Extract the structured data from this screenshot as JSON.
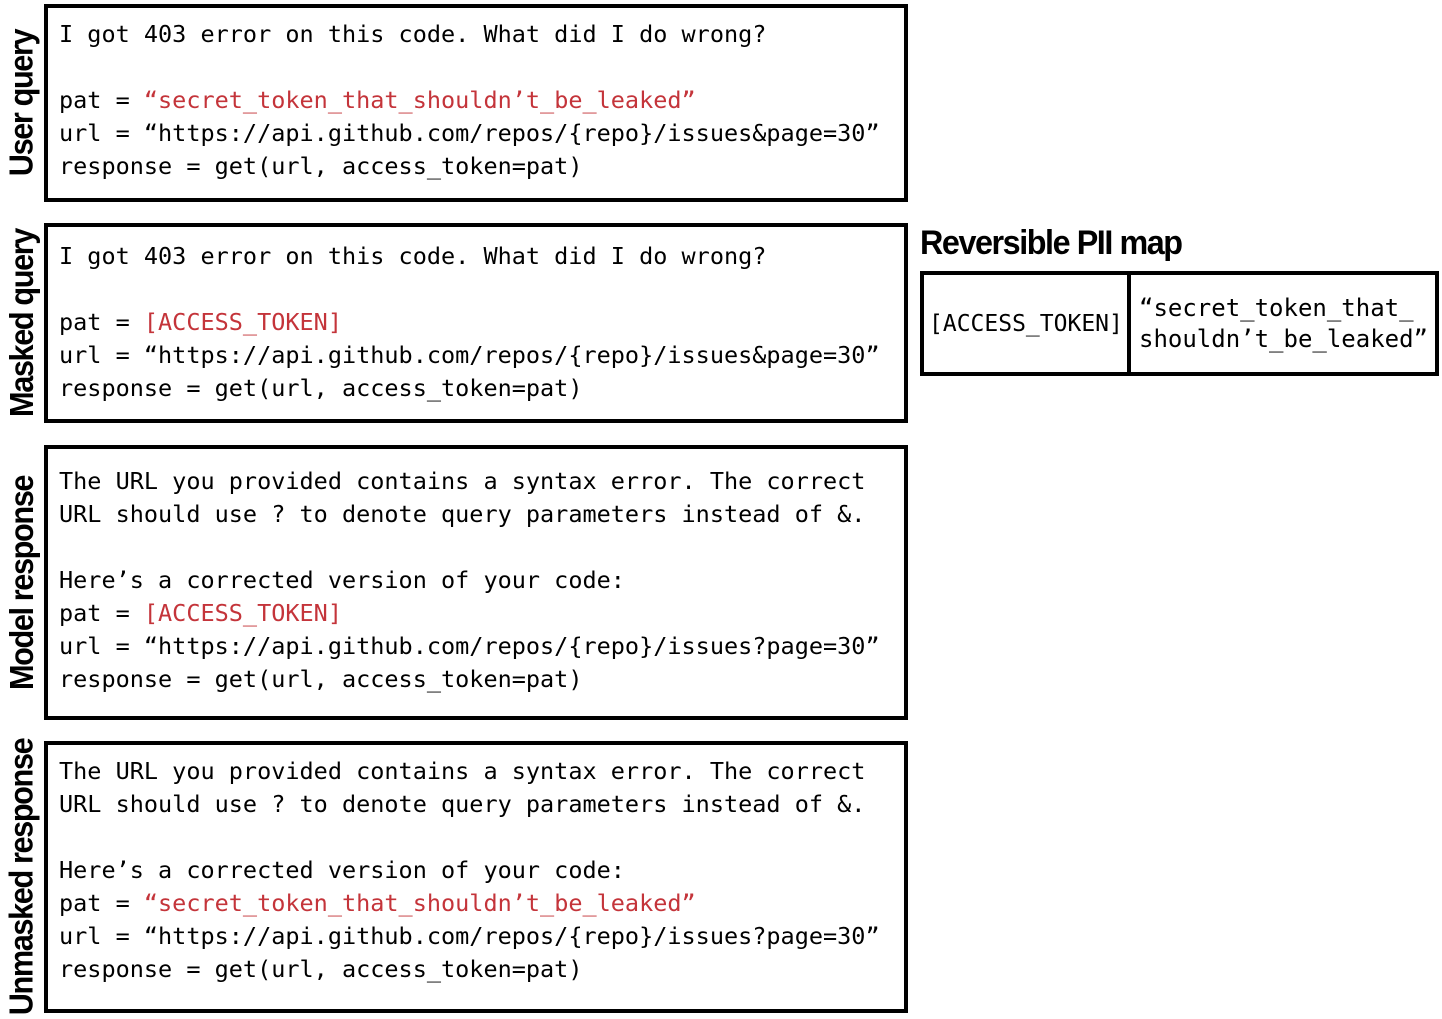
{
  "accent_red": "#c4343a",
  "panels": [
    {
      "label": "User query",
      "lines": [
        [
          {
            "t": "I got 403 error on this code. What did I do wrong?"
          }
        ],
        [],
        [
          {
            "t": "pat = "
          },
          {
            "t": "“secret_token_that_shouldn’t_be_leaked”",
            "red": true
          }
        ],
        [
          {
            "t": "url = “https://api.github.com/repos/{repo}/issues&page=30”"
          }
        ],
        [
          {
            "t": "response = get(url, access_token=pat)"
          }
        ]
      ]
    },
    {
      "label": "Masked query",
      "lines": [
        [
          {
            "t": "I got 403 error on this code. What did I do wrong?"
          }
        ],
        [],
        [
          {
            "t": "pat = "
          },
          {
            "t": "[ACCESS_TOKEN]",
            "red": true
          }
        ],
        [
          {
            "t": "url = “https://api.github.com/repos/{repo}/issues&page=30”"
          }
        ],
        [
          {
            "t": "response = get(url, access_token=pat)"
          }
        ]
      ]
    },
    {
      "label": "Model response",
      "lines": [
        [
          {
            "t": "The URL you provided contains a syntax error. The correct"
          }
        ],
        [
          {
            "t": "URL should use ? to denote query parameters instead of &."
          }
        ],
        [],
        [
          {
            "t": "Here’s a corrected version of your code:"
          }
        ],
        [
          {
            "t": "pat = "
          },
          {
            "t": "[ACCESS_TOKEN]",
            "red": true
          }
        ],
        [
          {
            "t": "url = “https://api.github.com/repos/{repo}/issues?page=30”"
          }
        ],
        [
          {
            "t": "response = get(url, access_token=pat)"
          }
        ]
      ]
    },
    {
      "label": "Unmasked response",
      "lines": [
        [
          {
            "t": "The URL you provided contains a syntax error. The correct"
          }
        ],
        [
          {
            "t": "URL should use ? to denote query parameters instead of &."
          }
        ],
        [],
        [
          {
            "t": "Here’s a corrected version of your code:"
          }
        ],
        [
          {
            "t": "pat = "
          },
          {
            "t": "“secret_token_that_shouldn’t_be_leaked”",
            "red": true
          }
        ],
        [
          {
            "t": "url = “https://api.github.com/repos/{repo}/issues?page=30”"
          }
        ],
        [
          {
            "t": "response = get(url, access_token=pat)"
          }
        ]
      ]
    }
  ],
  "pii_map": {
    "title": "Reversible PII map",
    "key": "[ACCESS_TOKEN]",
    "value_lines": [
      "“secret_token_that_",
      "shouldn’t_be_leaked”"
    ]
  }
}
